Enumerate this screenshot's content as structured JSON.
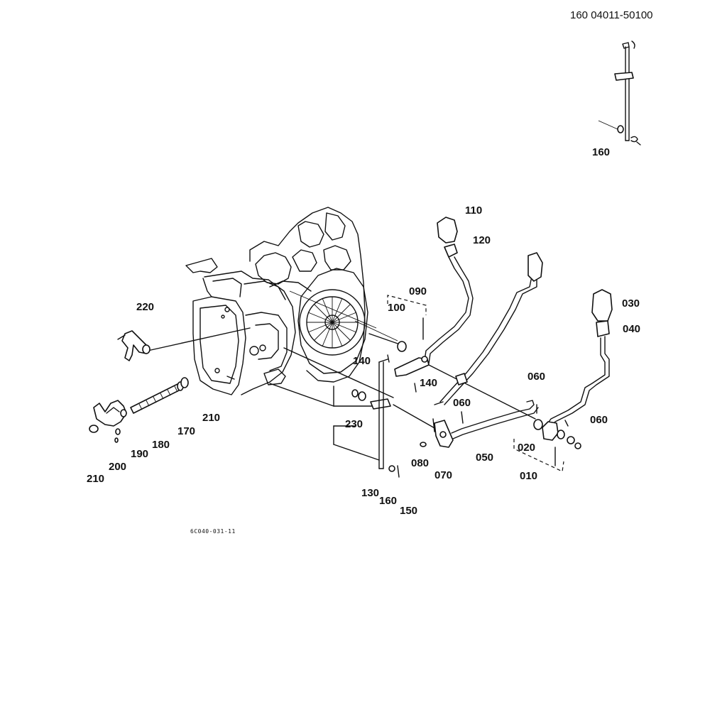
{
  "header": {
    "part_number": "160 04011-50100"
  },
  "figure_ref": "6C040-031-11",
  "labels": {
    "l010": "010",
    "l020": "020",
    "l030": "030",
    "l040": "040",
    "l050": "050",
    "l060a": "060",
    "l060b": "060",
    "l060c": "060",
    "l070": "070",
    "l080": "080",
    "l090": "090",
    "l100": "100",
    "l110": "110",
    "l120": "120",
    "l130": "130",
    "l140a": "140",
    "l140b": "140",
    "l150": "150",
    "l160a": "160",
    "l160b": "160",
    "l170": "170",
    "l180": "180",
    "l190": "190",
    "l200": "200",
    "l210a": "210",
    "l210b": "210",
    "l220": "220",
    "l230": "230"
  }
}
